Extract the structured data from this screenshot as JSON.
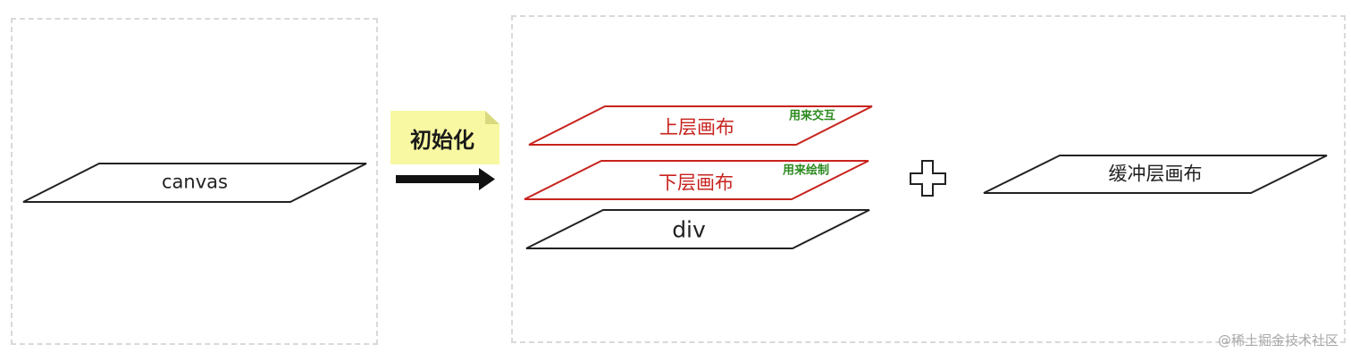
{
  "left_panel": {
    "canvas_label": "canvas"
  },
  "transition": {
    "label": "初始化"
  },
  "right_panel": {
    "upper_layer": {
      "label": "上层画布",
      "note": "用来交互"
    },
    "lower_layer": {
      "label": "下层画布",
      "note": "用来绘制"
    },
    "div_layer": {
      "label": "div"
    },
    "buffer_layer": {
      "label": "缓冲层画布"
    }
  },
  "watermark": "@稀土掘金技术社区",
  "colors": {
    "black_outline": "#222222",
    "red_outline": "#c8231e",
    "green_note": "#2b8a1e",
    "sticky_note": "#f8f8a2",
    "sticky_fold": "#d9da7f",
    "dashed_border": "#d9d9d9"
  }
}
